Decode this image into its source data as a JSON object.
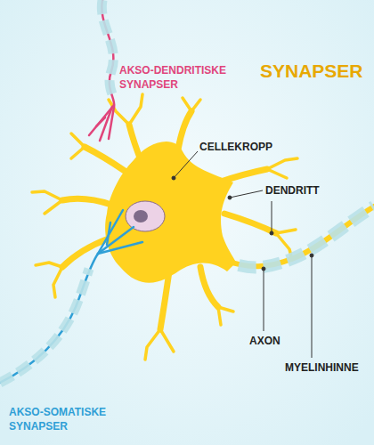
{
  "diagram": {
    "title": "SYNAPSER",
    "labels": [
      "AKSO-DENDRITISKE SYNAPSER",
      "CELLEKROPP",
      "DENDRITT",
      "AXON",
      "MYELINHINNE",
      "AKSO-SOMATISKE SYNAPSER"
    ]
  }
}
